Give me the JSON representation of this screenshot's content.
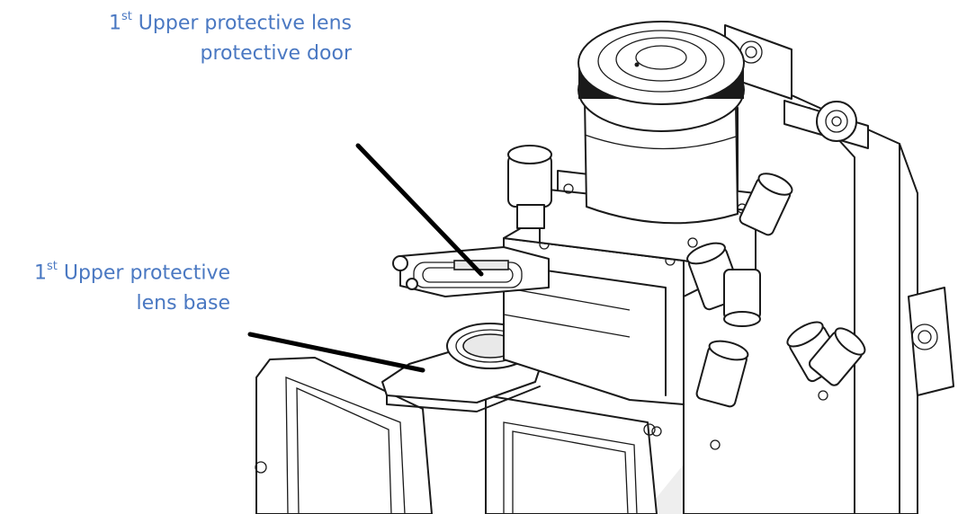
{
  "labels": {
    "upper_lens_door": {
      "prefix": "1",
      "superscript": "st",
      "line1": " Upper protective lens",
      "line2": "protective door"
    },
    "upper_lens_base": {
      "prefix": "1",
      "superscript": "st",
      "line1": " Upper protective",
      "line2": "lens base"
    }
  },
  "colors": {
    "label_text": "#4a78c2",
    "line_art": "#1a1a1a",
    "leader_line": "#000000",
    "watermark": "#eeeeee"
  }
}
